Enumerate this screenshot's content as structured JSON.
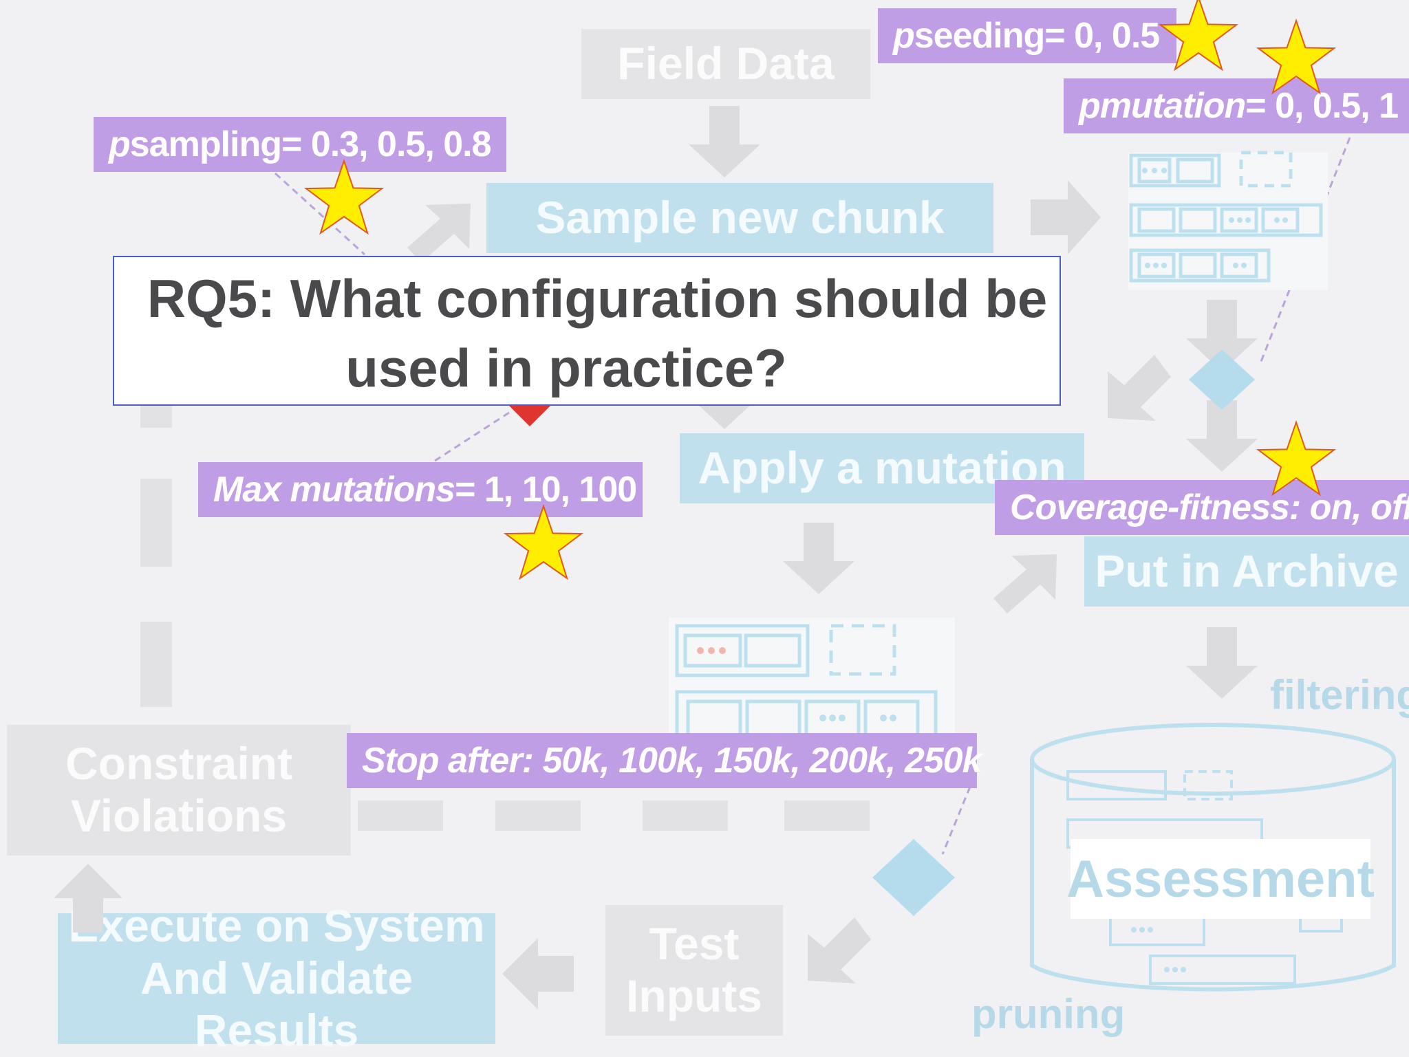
{
  "boxes": {
    "field_data": "Field Data",
    "sample_new_chunk": "Sample new chunk",
    "apply_mutation": "Apply a mutation",
    "put_in_archive": "Put in Archive",
    "constraint_violations_line1": "Constraint",
    "constraint_violations_line2": "Violations",
    "execute_line1": "Execute on System",
    "execute_line2": "And Validate Results",
    "test_inputs_line1": "Test",
    "test_inputs_line2": "Inputs",
    "assessment": "Assessment"
  },
  "annotations": {
    "filtering": "filtering",
    "pruning": "pruning"
  },
  "parameters": {
    "p_seeding": {
      "var": "p",
      "name": " seeding",
      "values": " = 0, 0.5"
    },
    "p_mutation": {
      "var": "p",
      "name": " mutation",
      "values": " = 0, 0.5, 1"
    },
    "p_sampling": {
      "var": "p",
      "name": " sampling",
      "values": " = 0.3, 0.5, 0.8"
    },
    "max_mutations": {
      "name": "Max mutations",
      "values": " = 1, 10, 100"
    },
    "coverage_fitness": {
      "text": "Coverage-fitness: on, off"
    },
    "stop_after": {
      "text": "Stop after: 50k, 100k, 150k, 200k, 250k"
    }
  },
  "question": {
    "line1": "RQ5: What configuration should be",
    "line2": "used in practice?"
  },
  "colors": {
    "grey_box": "#e4e4e6",
    "blue_box": "#bfe0ec",
    "purple_label": "#bf9ee6",
    "star_fill": "#ffee00",
    "star_stroke": "#e05a1a",
    "question_border": "#4a5fc8",
    "question_text": "#4a4a4c"
  },
  "icons": [
    "star-icon",
    "diamond-icon",
    "arrow-icon",
    "database-icon",
    "field-table-icon"
  ]
}
